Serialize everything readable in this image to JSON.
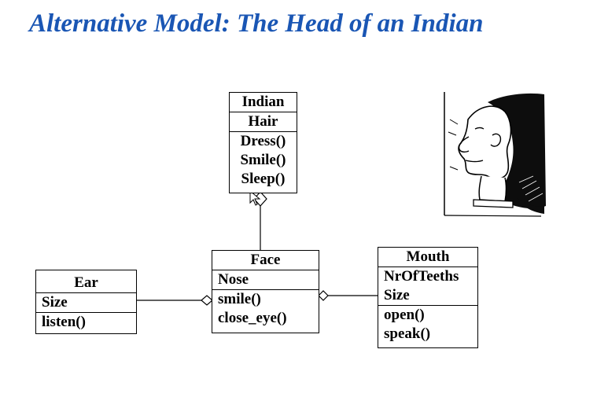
{
  "title": "Alternative Model: The Head of an Indian",
  "classes": {
    "indian": {
      "name": "Indian",
      "attributes": [
        "Hair"
      ],
      "methods": [
        "Dress()",
        "Smile()",
        "Sleep()"
      ]
    },
    "face": {
      "name": "Face",
      "attributes": [
        "Nose"
      ],
      "methods": [
        "smile()",
        "close_eye()"
      ]
    },
    "ear": {
      "name": "Ear",
      "attributes": [
        "Size"
      ],
      "methods": [
        "listen()"
      ]
    },
    "mouth": {
      "name": "Mouth",
      "attributes": [
        "NrOfTeeths",
        "Size"
      ],
      "methods": [
        "open()",
        "speak()"
      ]
    }
  },
  "illustration": {
    "icon": "indian-head-sketch-icon"
  }
}
